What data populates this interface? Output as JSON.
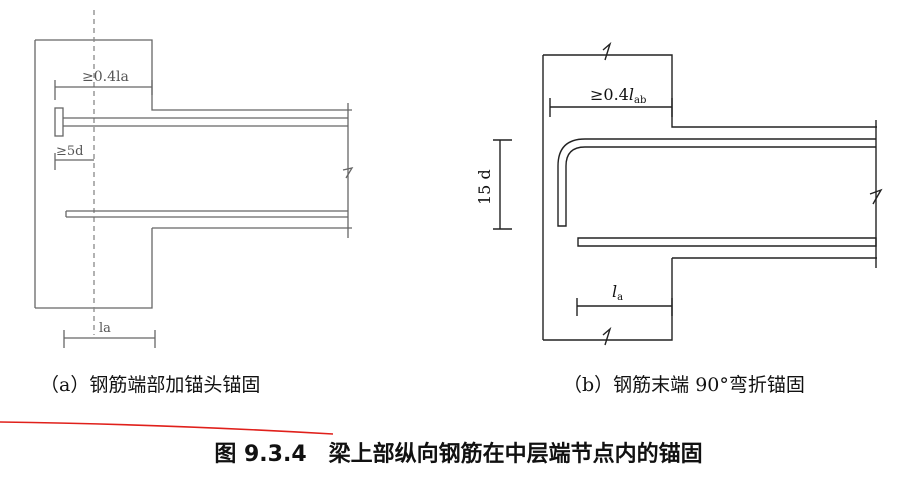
{
  "diagram_a": {
    "dim_top": "≥0.4la",
    "dim_head": "≥5d",
    "dim_bottom": "la",
    "caption": "（a）钢筋端部加锚头锚固"
  },
  "diagram_b": {
    "dim_top_main": "≥0.4",
    "dim_top_l": "l",
    "dim_top_sub": "ab",
    "dim_side": "15 d",
    "dim_bottom_l": "l",
    "dim_bottom_sub": "a",
    "caption": "（b）钢筋末端 90°弯折锚固"
  },
  "figure_title": "图 9.3.4　梁上部纵向钢筋在中层端节点内的锚固",
  "colors": {
    "line": "#222222",
    "faint": "#777777",
    "red_mark": "#e0201b"
  }
}
